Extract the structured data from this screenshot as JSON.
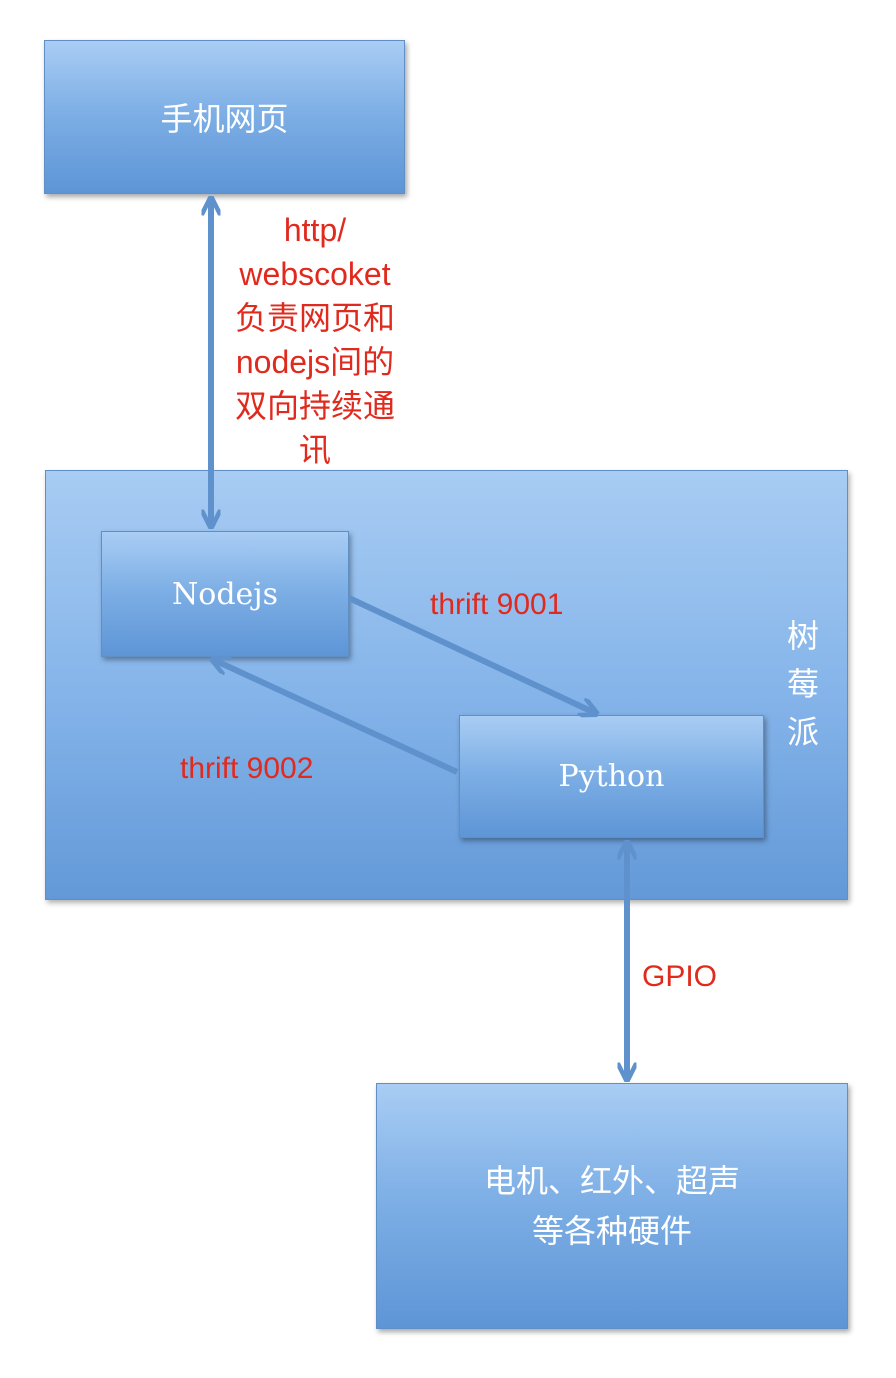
{
  "nodes": {
    "phone": "手机网页",
    "nodejs": "Nodejs",
    "python": "Python",
    "hardware_line1": "电机、红外、超声",
    "hardware_line2": "等各种硬件",
    "raspberry_pi": [
      "树",
      "莓",
      "派"
    ]
  },
  "edges": {
    "http_label": [
      "http/",
      "webscoket",
      "负责网页和",
      "nodejs间的",
      "双向持续通",
      "讯"
    ],
    "thrift_9001": "thrift 9001",
    "thrift_9002": "thrift 9002",
    "gpio": "GPIO"
  },
  "colors": {
    "box_top": "#a9cdf4",
    "box_bottom": "#5d95d6",
    "arrow": "#5f92cc",
    "edge_label": "#e02a1e"
  }
}
